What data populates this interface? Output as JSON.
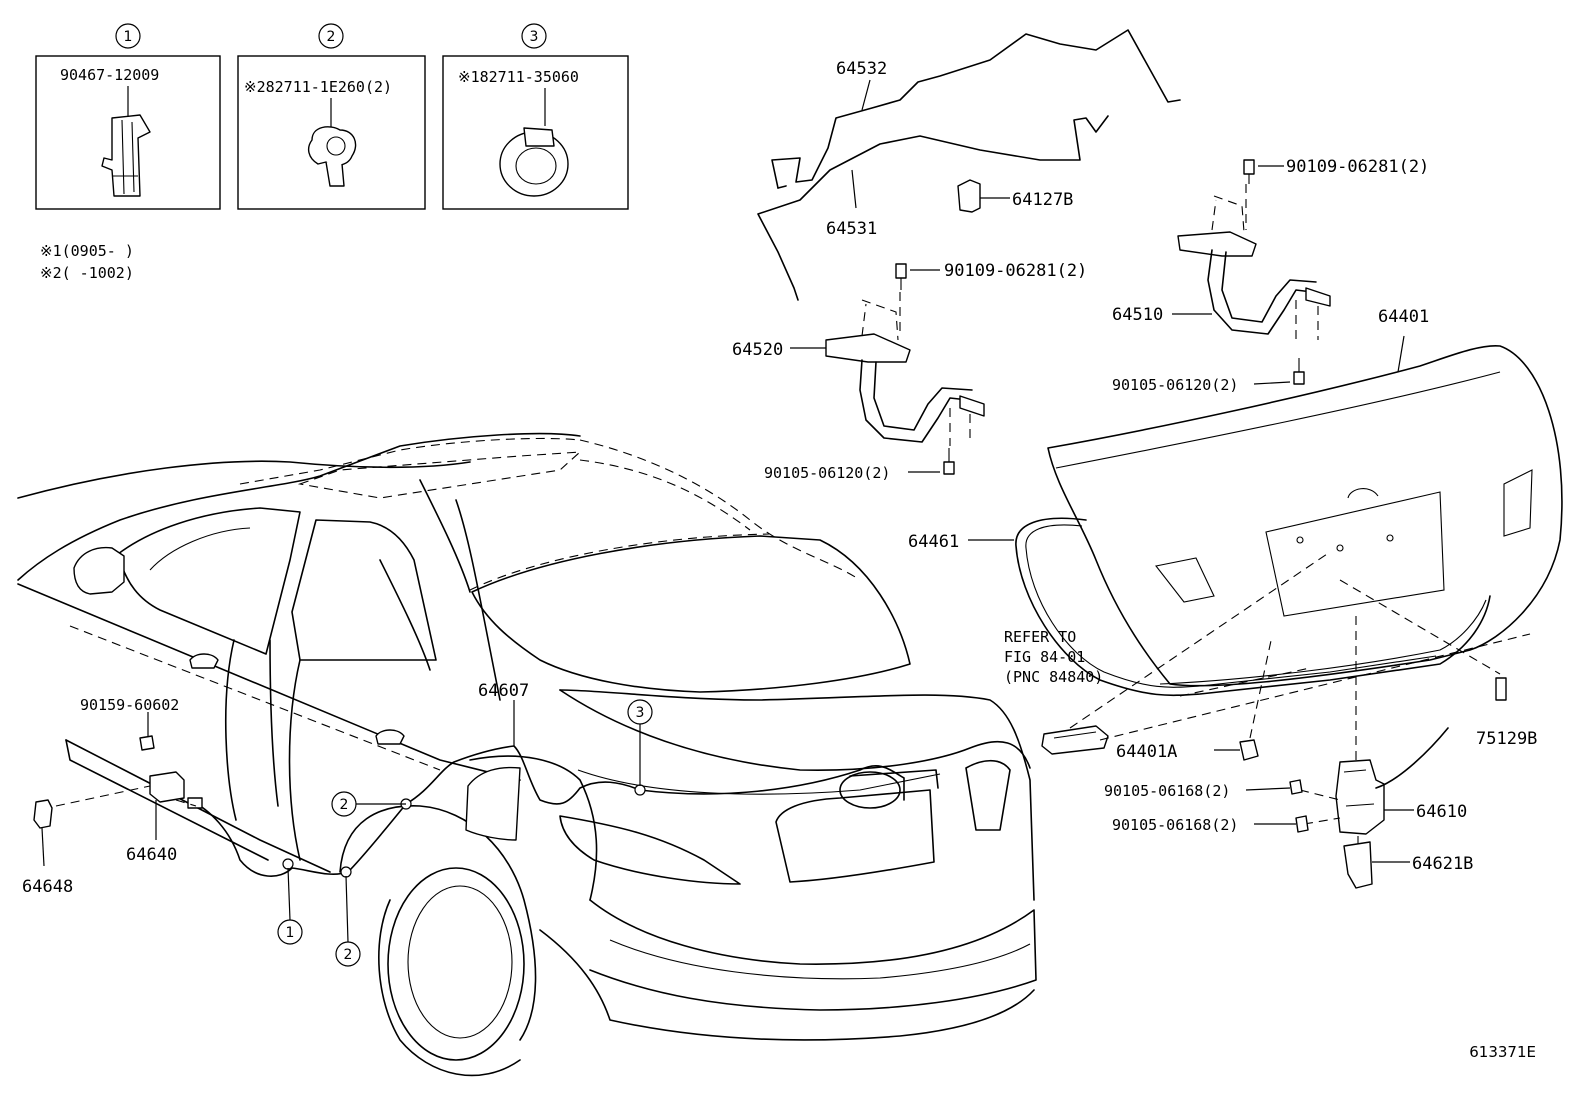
{
  "inset_boxes": [
    {
      "index": "1",
      "part": "90467-12009"
    },
    {
      "index": "2",
      "part": "※282711-1E260(2)"
    },
    {
      "index": "3",
      "part": "※182711-35060"
    }
  ],
  "notes": [
    "※1(0905-   )",
    "※2(   -1002)"
  ],
  "parts": {
    "p64532": "64532",
    "p64531": "64531",
    "p64127B": "64127B",
    "bolt_top_right": "90109-06281(2)",
    "p64510": "64510",
    "p64401": "64401",
    "bolt_mid_right": "90105-06120(2)",
    "bolt_top_mid": "90109-06281(2)",
    "p64520": "64520",
    "bolt_mid_left": "90105-06120(2)",
    "p64461": "64461",
    "refer1": "REFER TO",
    "refer2": "FIG 84-01",
    "refer3": "(PNC 84840)",
    "p64607": "64607",
    "p90159": "90159-60602",
    "p64401A": "64401A",
    "p75129B": "75129B",
    "bolt_lock1": "90105-06168(2)",
    "bolt_lock2": "90105-06168(2)",
    "p64610": "64610",
    "p64621B": "64621B",
    "p64640": "64640",
    "p64648": "64648"
  },
  "callouts": {
    "c1": "1",
    "c2a": "2",
    "c2b": "2",
    "c3": "3"
  },
  "diagram_id": "613371E"
}
